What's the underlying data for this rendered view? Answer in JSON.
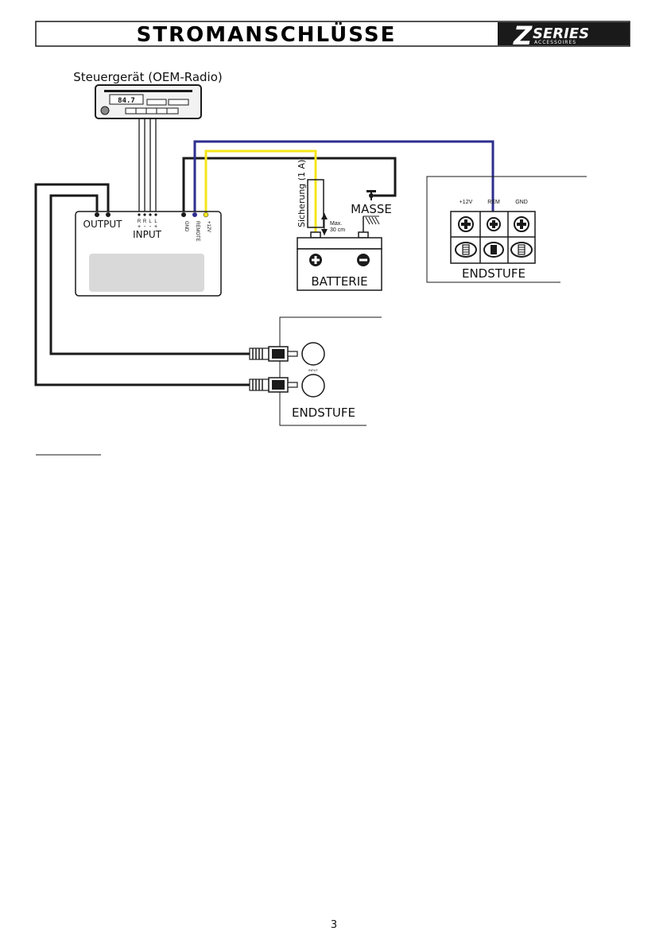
{
  "header": {
    "title": "STROMANSCHLÜSSE",
    "logo_letter": "Z",
    "logo_word": "SERIES",
    "logo_sub": "ACCESSOIRES"
  },
  "head_unit": {
    "title": "Steuergerät (OEM-Radio)",
    "display": "84.7"
  },
  "converter": {
    "output_label": "OUTPUT",
    "input_label": "INPUT",
    "input_channels": [
      "R",
      "R",
      "L",
      "L"
    ],
    "input_polarity": [
      "+",
      "-",
      "-",
      "+"
    ],
    "gnd_label": "GND",
    "remote_label": "REMOTE",
    "plus12_label": "+12V"
  },
  "battery": {
    "label": "BATTERIE",
    "fuse_label": "Sicherung (1 A)",
    "max_label": "Max.",
    "dist_label": "30 cm"
  },
  "ground": {
    "label": "MASSE"
  },
  "amp_power": {
    "label": "ENDSTUFE",
    "terminals": [
      "+12V",
      "REM",
      "GND"
    ]
  },
  "amp_input": {
    "label": "ENDSTUFE",
    "input_label": "INPUT"
  },
  "page_number": "3",
  "colors": {
    "wire_black": "#1a1a1a",
    "wire_blue": "#2e2e8f",
    "wire_yellow": "#f5e61a",
    "logo_bg": "#1a1a1a",
    "display_panel": "#d9d9d9"
  }
}
